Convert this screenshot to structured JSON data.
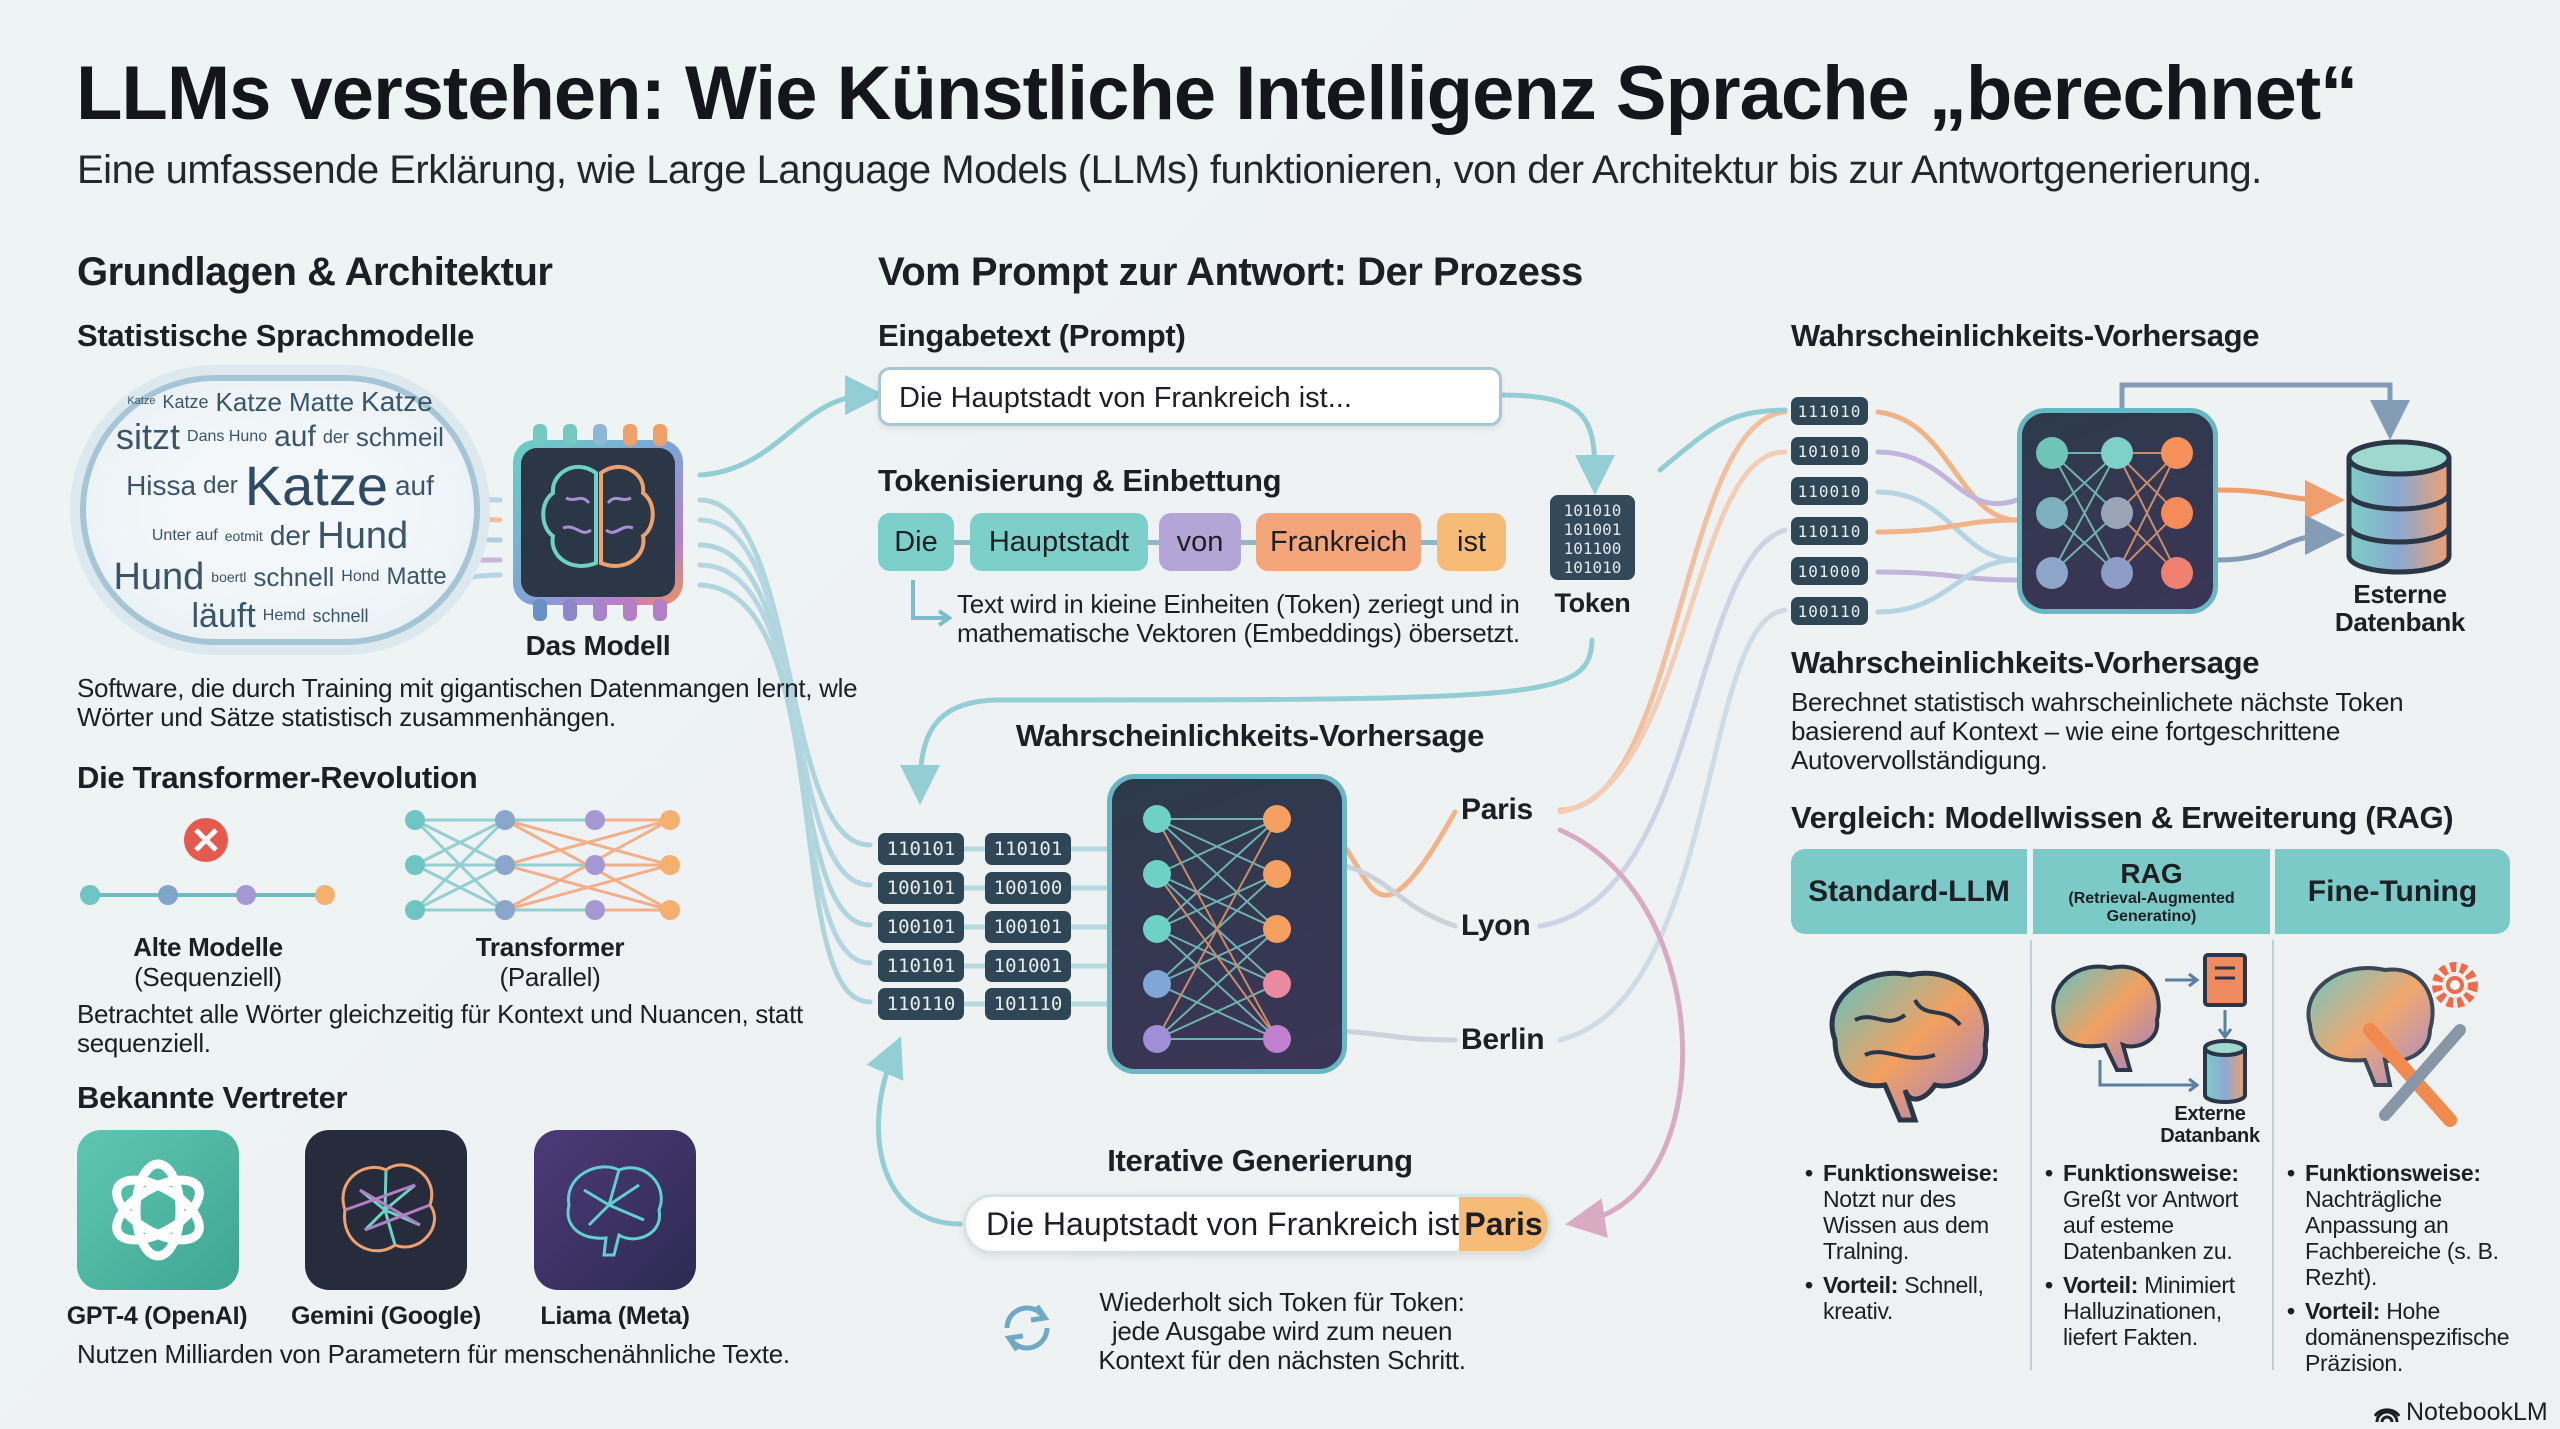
{
  "header": {
    "title": "LLMs verstehen: Wie Künstliche Intelligenz Sprache „berechnet“",
    "subtitle": "Eine umfassende Erklärung, wie Large Language Models (LLMs) funktionieren, von der Architektur bis zur Antwortgenerierung."
  },
  "left": {
    "section_title": "Grundlagen & Architektur",
    "stat_title": "Statistische Sprachmodelle",
    "cloud_words": [
      "Katze",
      "Katze",
      "Matte",
      "Katze",
      "sitzt",
      "Dans Huno",
      "auf",
      "der",
      "schmeil",
      "der",
      "Katze",
      "Hissa",
      "auf",
      "Unter auf",
      "eotmit",
      "der",
      "Hund",
      "Hund",
      "boertl",
      "schnell",
      "Hond",
      "Matte",
      "läuft",
      "Hemd",
      "schnell",
      "Katze"
    ],
    "model_label": "Das Modell",
    "stat_desc": "Software, die durch Training mit gigantischen Datenmangen lernt, wle Wörter und Sätze statistisch zusammenhängen.",
    "transformer_title": "Die Transformer-Revolution",
    "old_label": "Alte Modelle",
    "old_sub": "(Sequenziell)",
    "new_label": "Transformer",
    "new_sub": "(Parallel)",
    "transformer_desc": "Betrachtet alle Wörter gleichzeitig für Kontext und Nuancen, statt sequenziell.",
    "known_title": "Bekannte Vertreter",
    "models": [
      {
        "label": "GPT-4 (OpenAI)",
        "icon": "openai-logo-icon"
      },
      {
        "label": "Gemini (Google)",
        "icon": "gemini-brain-icon"
      },
      {
        "label": "Liama (Meta)",
        "icon": "llama-brain-icon"
      }
    ],
    "known_desc": "Nutzen Milliarden von Parametern für menschenähnliche Texte."
  },
  "middle": {
    "section_title": "Vom Prompt zur Antwort: Der Prozess",
    "prompt_title": "Eingabetext (Prompt)",
    "prompt_value": "Die Hauptstadt von Frankreich ist...",
    "token_title": "Tokenisierung & Einbettung",
    "tokens": [
      {
        "text": "Die",
        "color": "#7dd0c9"
      },
      {
        "text": "Hauptstadt",
        "color": "#7dd0c9"
      },
      {
        "text": "von",
        "color": "#b3a6d6"
      },
      {
        "text": "Frankreich",
        "color": "#f4a57a"
      },
      {
        "text": "ist",
        "color": "#f7bb78"
      }
    ],
    "token_block": [
      "101010",
      "101001",
      "101100",
      "101010"
    ],
    "token_label": "Token",
    "token_desc": "Text wird in kieine Einheiten (Token) zeriegt und in mathematische Vektoren (Embeddings) öbersetzt.",
    "predict_title": "Wahrscheinlichkeits-Vorhersage",
    "vectors_a": [
      "110101",
      "100101",
      "100101",
      "110101",
      "110110"
    ],
    "vectors_b": [
      "110101",
      "100100",
      "100101",
      "101001",
      "101110"
    ],
    "candidates": [
      "Paris",
      "Lyon",
      "Berlin"
    ],
    "iter_title": "Iterative Generierung",
    "answer_prefix": "Die Hauptstadt von Frankreich ist",
    "answer_token": "Paris",
    "iter_desc": "Wiederholt sich Token für Token: jede Ausgabe wird zum neuen Kontext für den nächsten Schritt."
  },
  "right": {
    "predict_title": "Wahrscheinlichkeits-Vorhersage",
    "vectors": [
      "111010",
      "101010",
      "110010",
      "110110",
      "101000",
      "100110"
    ],
    "db_label": "Esterne Datenbank",
    "predict_heading": "Wahrscheinlichkeits-Vorhersage",
    "predict_desc": "Berechnet statistisch wahrscheinlichete nächste Token basierend auf Kontext – wie eine fortgeschrittene Autovervollständigung.",
    "compare_title": "Vergleich: Modellwissen & Erweiterung (RAG)",
    "columns": [
      {
        "title": "Standard-LLM",
        "subtitle": "",
        "how_label": "Funktionsweise:",
        "how": "Notzt nur des Wissen aus dem Tralning.",
        "adv_label": "Vorteil:",
        "adv": "Schnell, kreativ."
      },
      {
        "title": "RAG",
        "subtitle": "(Retrieval-Augmented Generatino)",
        "db_label": "Externe Datanbank",
        "how_label": "Funktionsweise:",
        "how": "Greßt vor Antwort auf esteme Datenbanken zu.",
        "adv_label": "Vorteil:",
        "adv": "Minimiert Halluzinationen, liefert Fakten."
      },
      {
        "title": "Fine-Tuning",
        "subtitle": "",
        "how_label": "Funktionsweise:",
        "how": "Nachträgliche Anpassung an Fachbereiche (s. B. Rezht).",
        "adv_label": "Vorteil:",
        "adv": "Hohe domänenspezifische Präzision."
      }
    ]
  },
  "footer": {
    "brand": "NotebookLM"
  },
  "colors": {
    "teal": "#7dd0c9",
    "orange": "#f4a57a",
    "purple": "#b3a6d6",
    "dark": "#2f4656",
    "pink": "#d9a3be"
  }
}
